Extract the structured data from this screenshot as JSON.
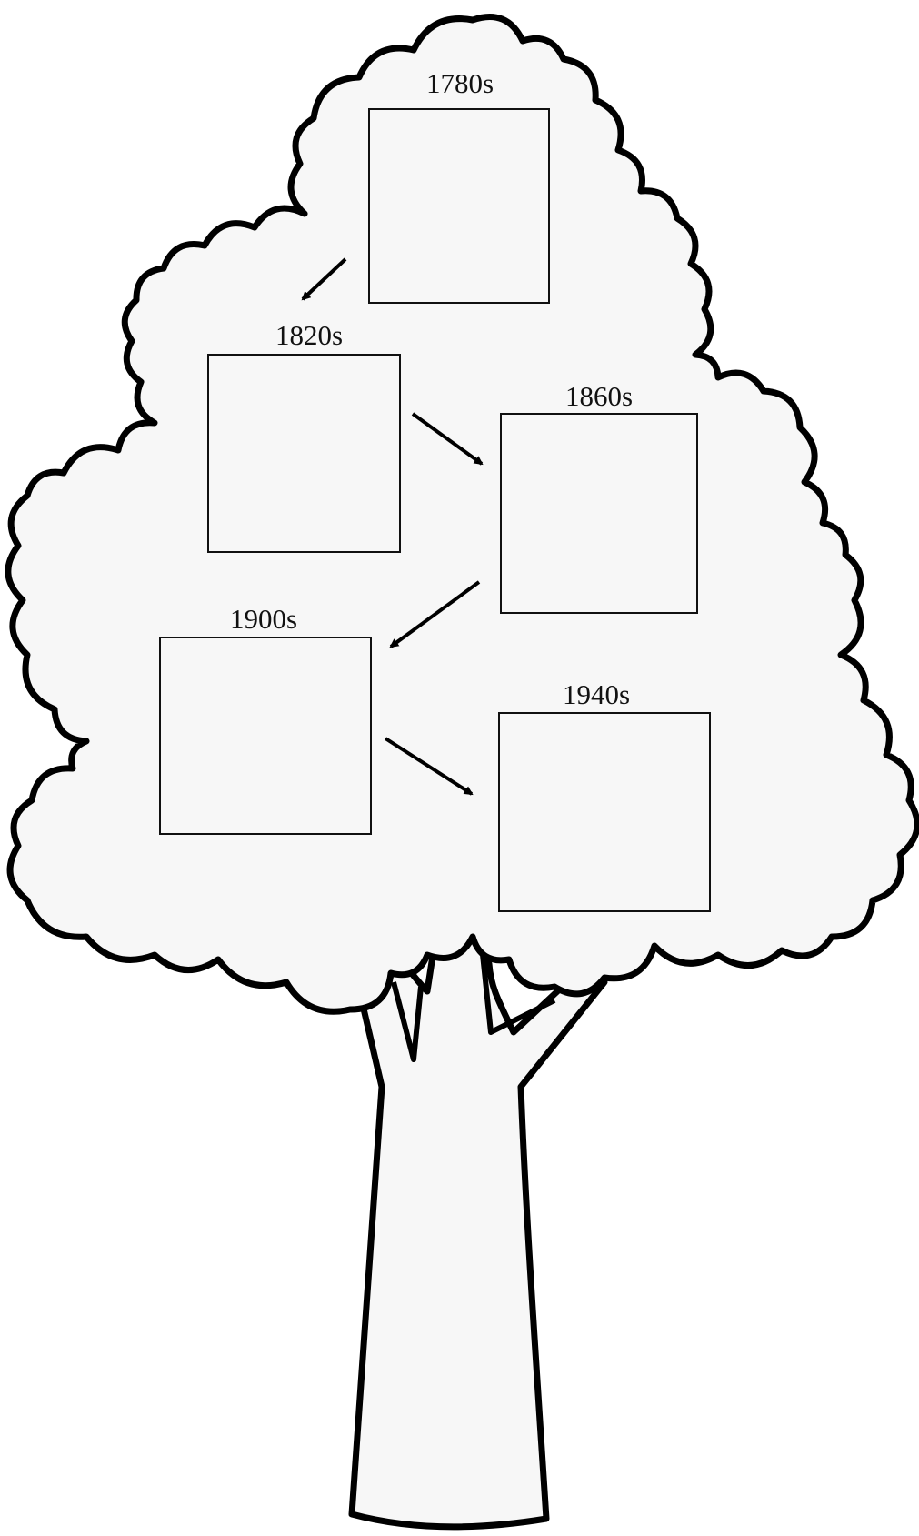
{
  "diagram": {
    "kind": "family-tree",
    "colors": {
      "fill": "#f7f7f7",
      "outline": "#000000",
      "background": "#ffffff"
    },
    "generations": [
      {
        "id": "gen-1780s",
        "label": "1780s"
      },
      {
        "id": "gen-1820s",
        "label": "1820s"
      },
      {
        "id": "gen-1860s",
        "label": "1860s"
      },
      {
        "id": "gen-1900s",
        "label": "1900s"
      },
      {
        "id": "gen-1940s",
        "label": "1940s"
      }
    ],
    "arrows": [
      {
        "from": "1780s",
        "to": "1820s"
      },
      {
        "from": "1820s",
        "to": "1860s"
      },
      {
        "from": "1860s",
        "to": "1900s"
      },
      {
        "from": "1900s",
        "to": "1940s"
      }
    ]
  }
}
